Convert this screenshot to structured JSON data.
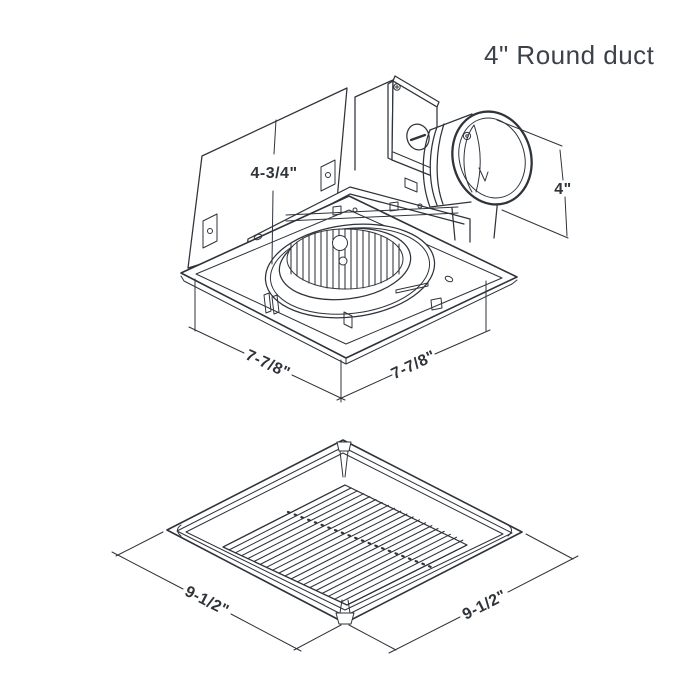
{
  "title": "4\" Round duct",
  "colors": {
    "line": "#2f333a",
    "text": "#3d424a",
    "background": "#ffffff"
  },
  "housing_view": {
    "dimensions": {
      "housing_depth": "4-3/4\"",
      "duct_diameter": "4\"",
      "housing_width_left": "7-7/8\"",
      "housing_width_right": "7-7/8\""
    }
  },
  "grille_view": {
    "dimensions": {
      "grille_width_left": "9-1/2\"",
      "grille_width_right": "9-1/2\""
    }
  }
}
